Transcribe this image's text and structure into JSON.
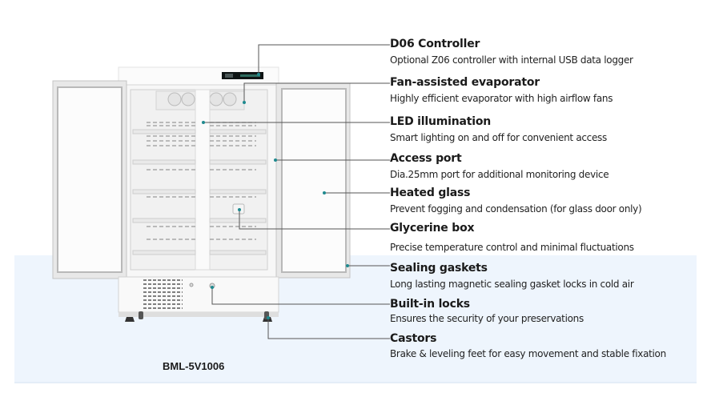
{
  "model": "BML-5V1006",
  "colors": {
    "band": "#eef5fd",
    "leader": "#555555",
    "dot": "#1f8a8f",
    "display": "#0e1414"
  },
  "features": [
    {
      "title": "D06 Controller",
      "desc": "Optional Z06 controller with internal USB data logger"
    },
    {
      "title": "Fan-assisted evaporator",
      "desc": "Highly efficient evaporator with high airflow fans"
    },
    {
      "title": "LED illumination",
      "desc": "Smart lighting on and off for convenient access"
    },
    {
      "title": "Access port",
      "desc": "Dia.25mm port for additional monitoring device"
    },
    {
      "title": "Heated glass",
      "desc": "Prevent fogging and condensation (for glass door only)"
    },
    {
      "title": "Glycerine box",
      "desc": "Precise temperature control and minimal fluctuations"
    },
    {
      "title": "Sealing gaskets",
      "desc": "Long lasting magnetic sealing gasket locks in cold air"
    },
    {
      "title": "Built-in locks",
      "desc": "Ensures the security of your preservations"
    },
    {
      "title": "Castors",
      "desc": "Brake & leveling feet for easy movement and stable fixation"
    }
  ]
}
